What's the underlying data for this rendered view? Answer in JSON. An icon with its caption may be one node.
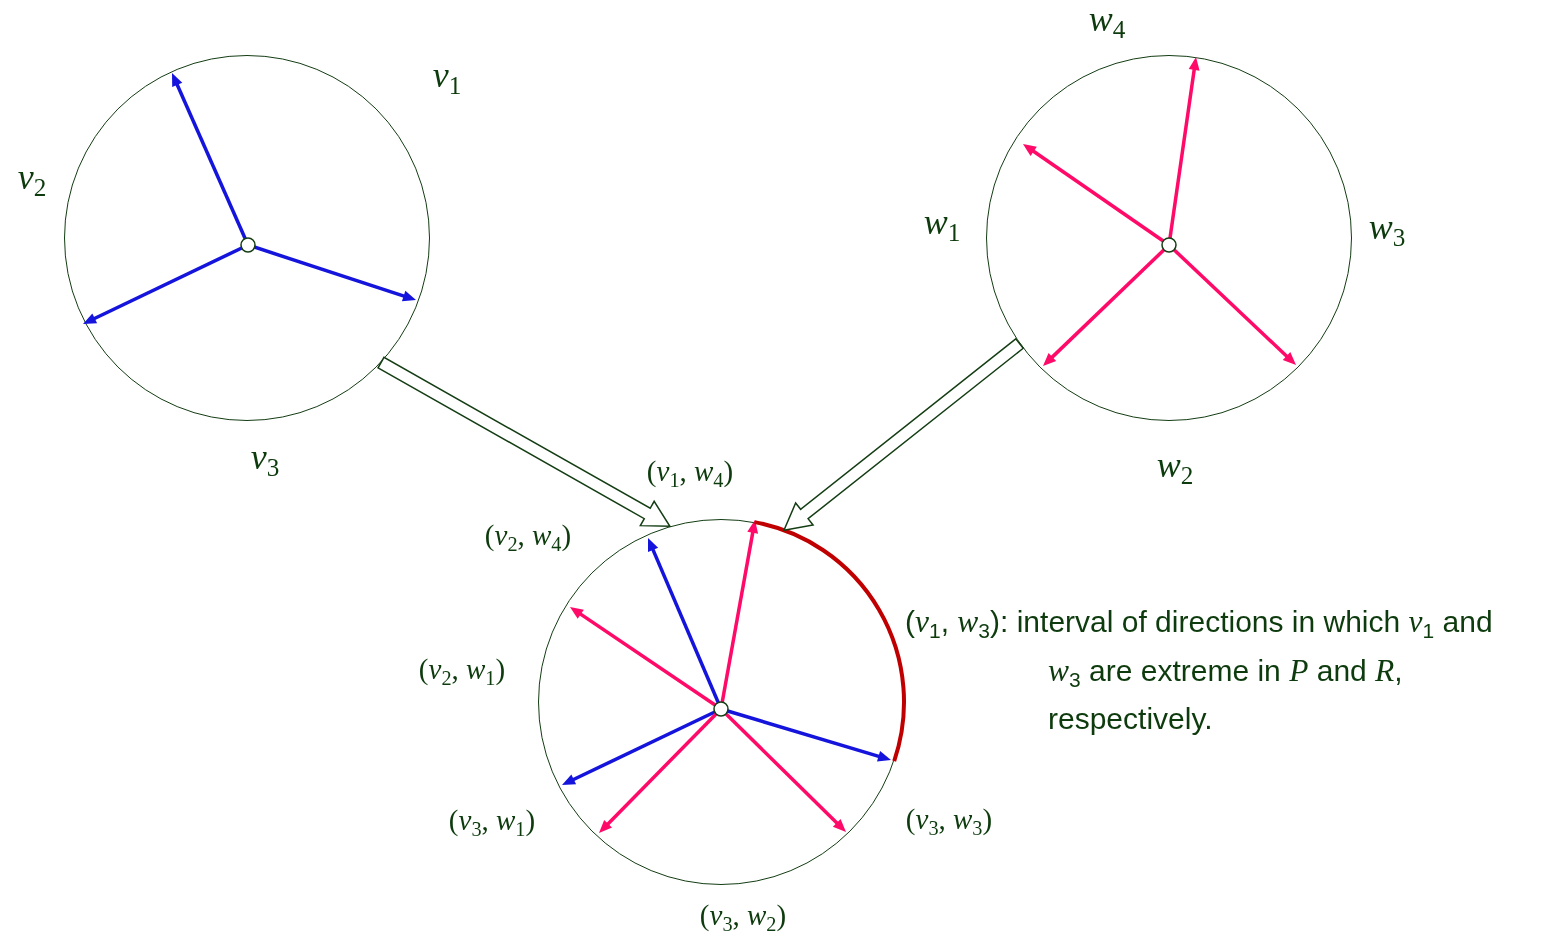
{
  "diagram": {
    "nodes": [
      {
        "text": [],
        "shape": "circle",
        "beside": [
          "*v*$_{1}$",
          "*v*$_{2}$",
          "*v*$_{3}$"
        ]
      },
      {
        "text": [],
        "shape": "circle",
        "beside": [
          "*w*$_{4}$",
          "*w*$_{1}$",
          "*w*$_{3}$",
          "*w*$_{2}$"
        ]
      },
      {
        "text": [],
        "shape": "circle",
        "beside": [
          "(*v*$_{1}$, *w*$_{4}$)",
          "(*v*$_{2}$, *w*$_{4}$)",
          "(*v*$_{1}$, *w*$_{3}$): interval of directions in which *v*$_{1}$ and *w*$_{3}$ are extreme in *P* and *R*, respectively.",
          "(*v*$_{2}$, *w*$_{1}$)",
          "(*v*$_{3}$, *w*$_{1}$)",
          "(*v*$_{3}$, *w*$_{3}$)",
          "(*v*$_{3}$, *w*$_{2}$)"
        ]
      }
    ],
    "edges": [
      {
        "from": 0,
        "to": 2,
        "arrow": "to"
      },
      {
        "from": 1,
        "to": 2,
        "arrow": "to"
      }
    ]
  }
}
